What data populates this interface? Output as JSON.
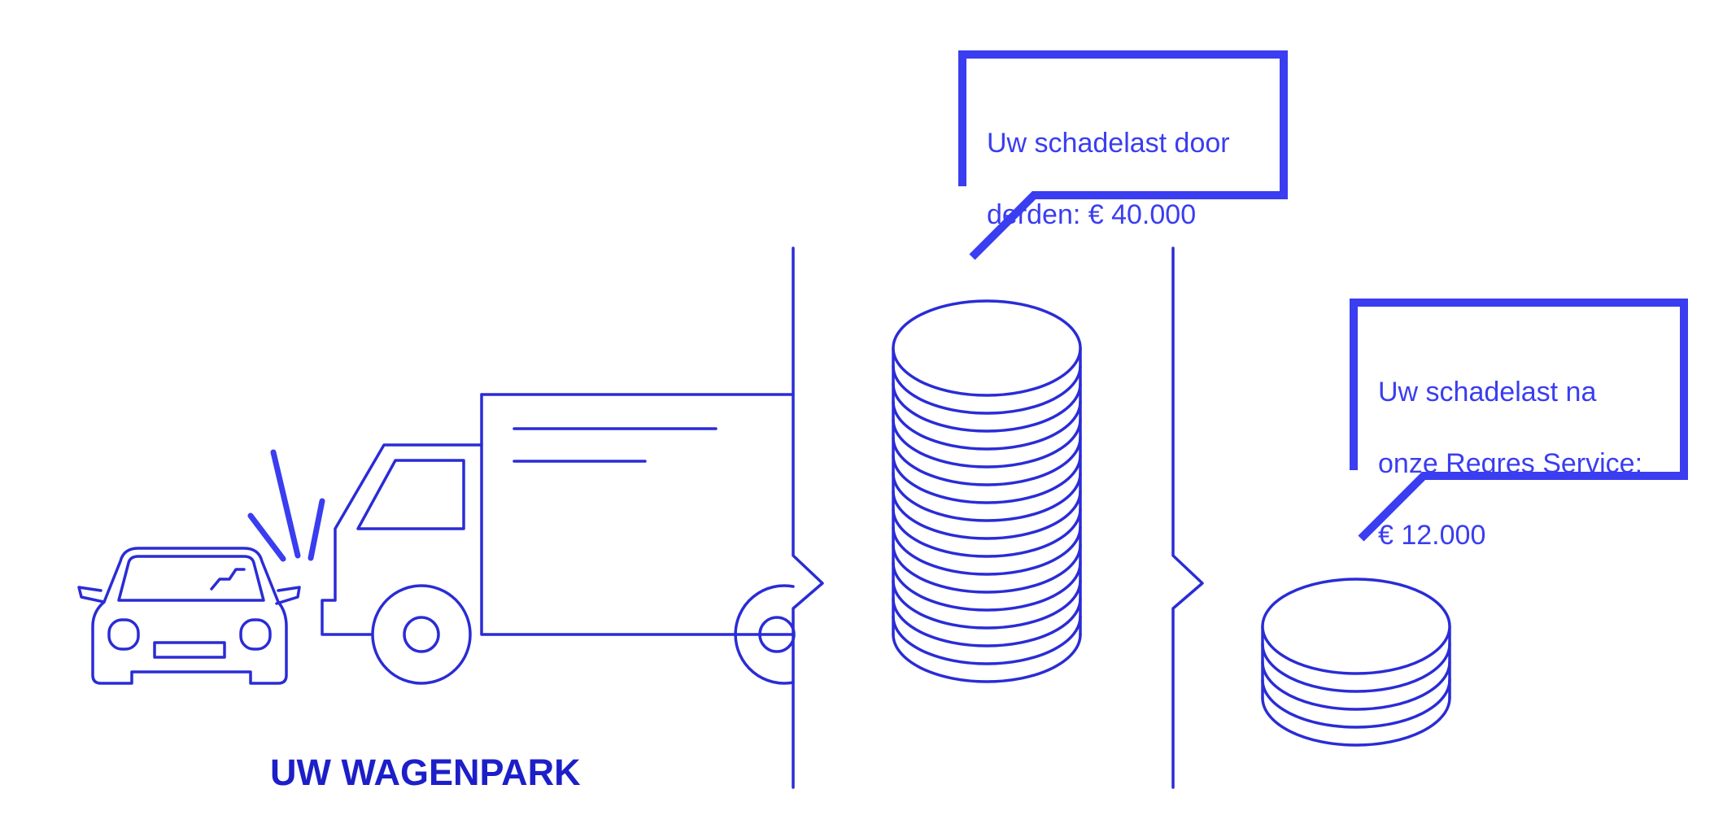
{
  "label": "UW WAGENPARK",
  "bubble_left": {
    "lines": [
      "Uw schadelast door",
      "derden: € 40.000"
    ]
  },
  "bubble_right": {
    "lines": [
      "Uw schadelast na",
      "onze Regres Service:",
      "€ 12.000"
    ]
  },
  "colors": {
    "accent": "#3a3df0",
    "line": "#2a2cd6",
    "label": "#1c1fc8"
  },
  "icons": [
    "car-icon",
    "truck-icon",
    "coin-stack-icon",
    "speech-bubble-icon"
  ]
}
